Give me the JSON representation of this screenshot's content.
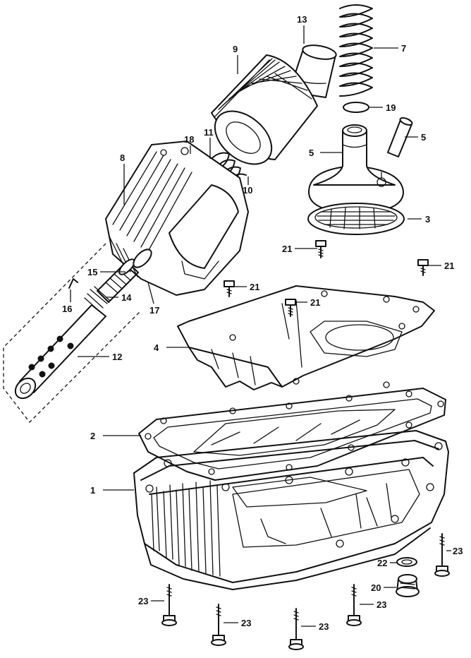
{
  "callouts": [
    {
      "id": "c1",
      "text": "1"
    },
    {
      "id": "c2",
      "text": "2"
    },
    {
      "id": "c3",
      "text": "3"
    },
    {
      "id": "c4",
      "text": "4"
    },
    {
      "id": "c5a",
      "text": "5"
    },
    {
      "id": "c5b",
      "text": "5"
    },
    {
      "id": "c7",
      "text": "7"
    },
    {
      "id": "c8",
      "text": "8"
    },
    {
      "id": "c9",
      "text": "9"
    },
    {
      "id": "c10",
      "text": "10"
    },
    {
      "id": "c11",
      "text": "11"
    },
    {
      "id": "c12",
      "text": "12"
    },
    {
      "id": "c13",
      "text": "13"
    },
    {
      "id": "c14",
      "text": "14"
    },
    {
      "id": "c15",
      "text": "15"
    },
    {
      "id": "c16",
      "text": "16"
    },
    {
      "id": "c17",
      "text": "17"
    },
    {
      "id": "c18",
      "text": "18"
    },
    {
      "id": "c19",
      "text": "19"
    },
    {
      "id": "c20",
      "text": "20"
    },
    {
      "id": "c21a",
      "text": "21"
    },
    {
      "id": "c21b",
      "text": "21"
    },
    {
      "id": "c21c",
      "text": "21"
    },
    {
      "id": "c21d",
      "text": "21"
    },
    {
      "id": "c22",
      "text": "22"
    },
    {
      "id": "c23a",
      "text": "23"
    },
    {
      "id": "c23b",
      "text": "23"
    },
    {
      "id": "c23c",
      "text": "23"
    },
    {
      "id": "c23d",
      "text": "23"
    },
    {
      "id": "c23e",
      "text": "23"
    }
  ]
}
